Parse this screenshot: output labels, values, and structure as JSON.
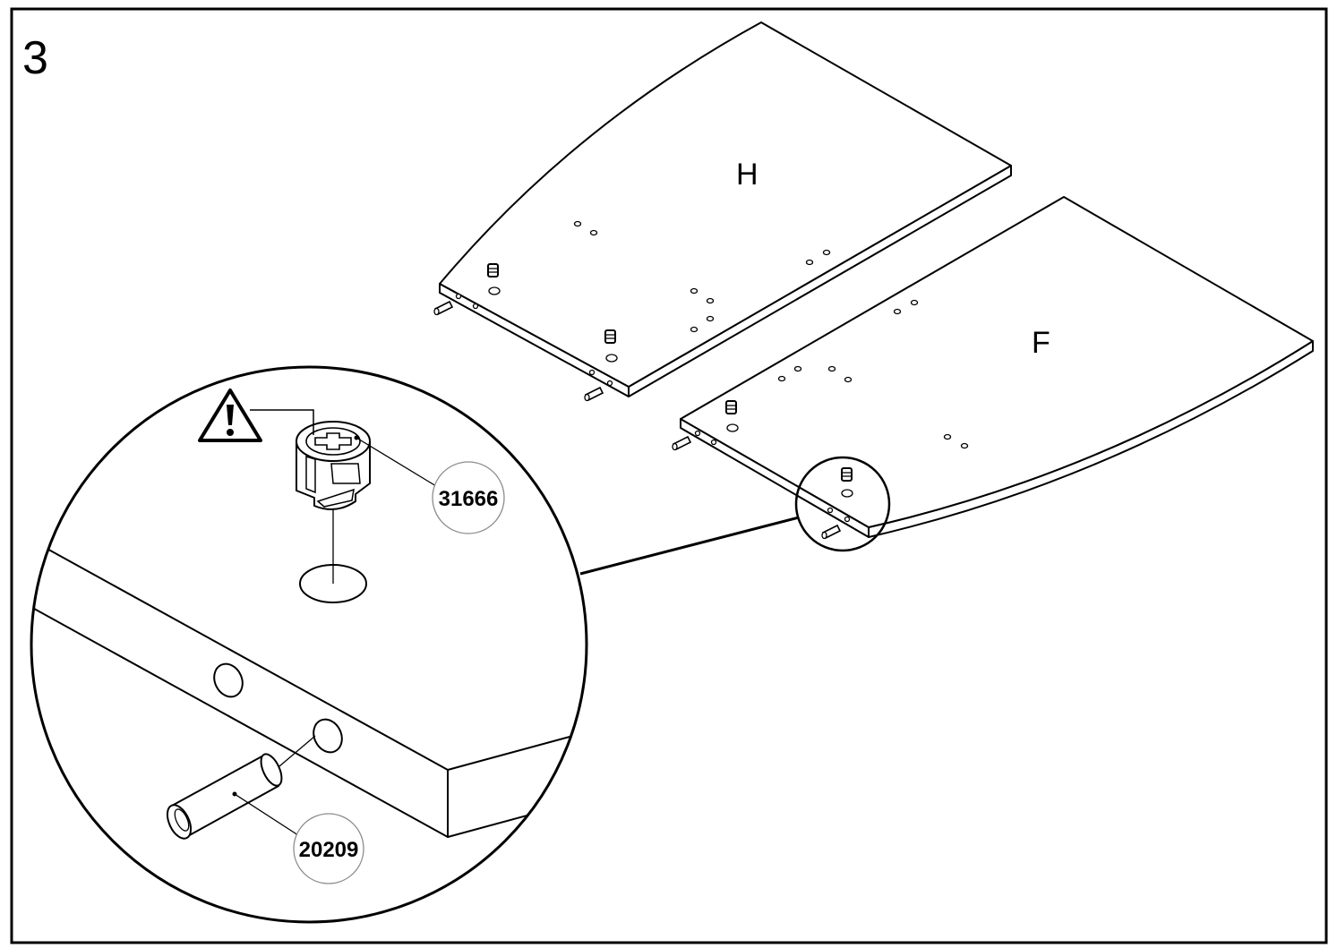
{
  "step": {
    "number": "3"
  },
  "panels": {
    "h": {
      "label": "H"
    },
    "f": {
      "label": "F"
    }
  },
  "callouts": {
    "cam_lock": {
      "code": "31666"
    },
    "dowel": {
      "code": "20209"
    }
  },
  "warning": {
    "icon": "warning-triangle-icon"
  },
  "colors": {
    "line": "#000000",
    "background": "#ffffff",
    "callout_circle": "#8c8c8c"
  }
}
